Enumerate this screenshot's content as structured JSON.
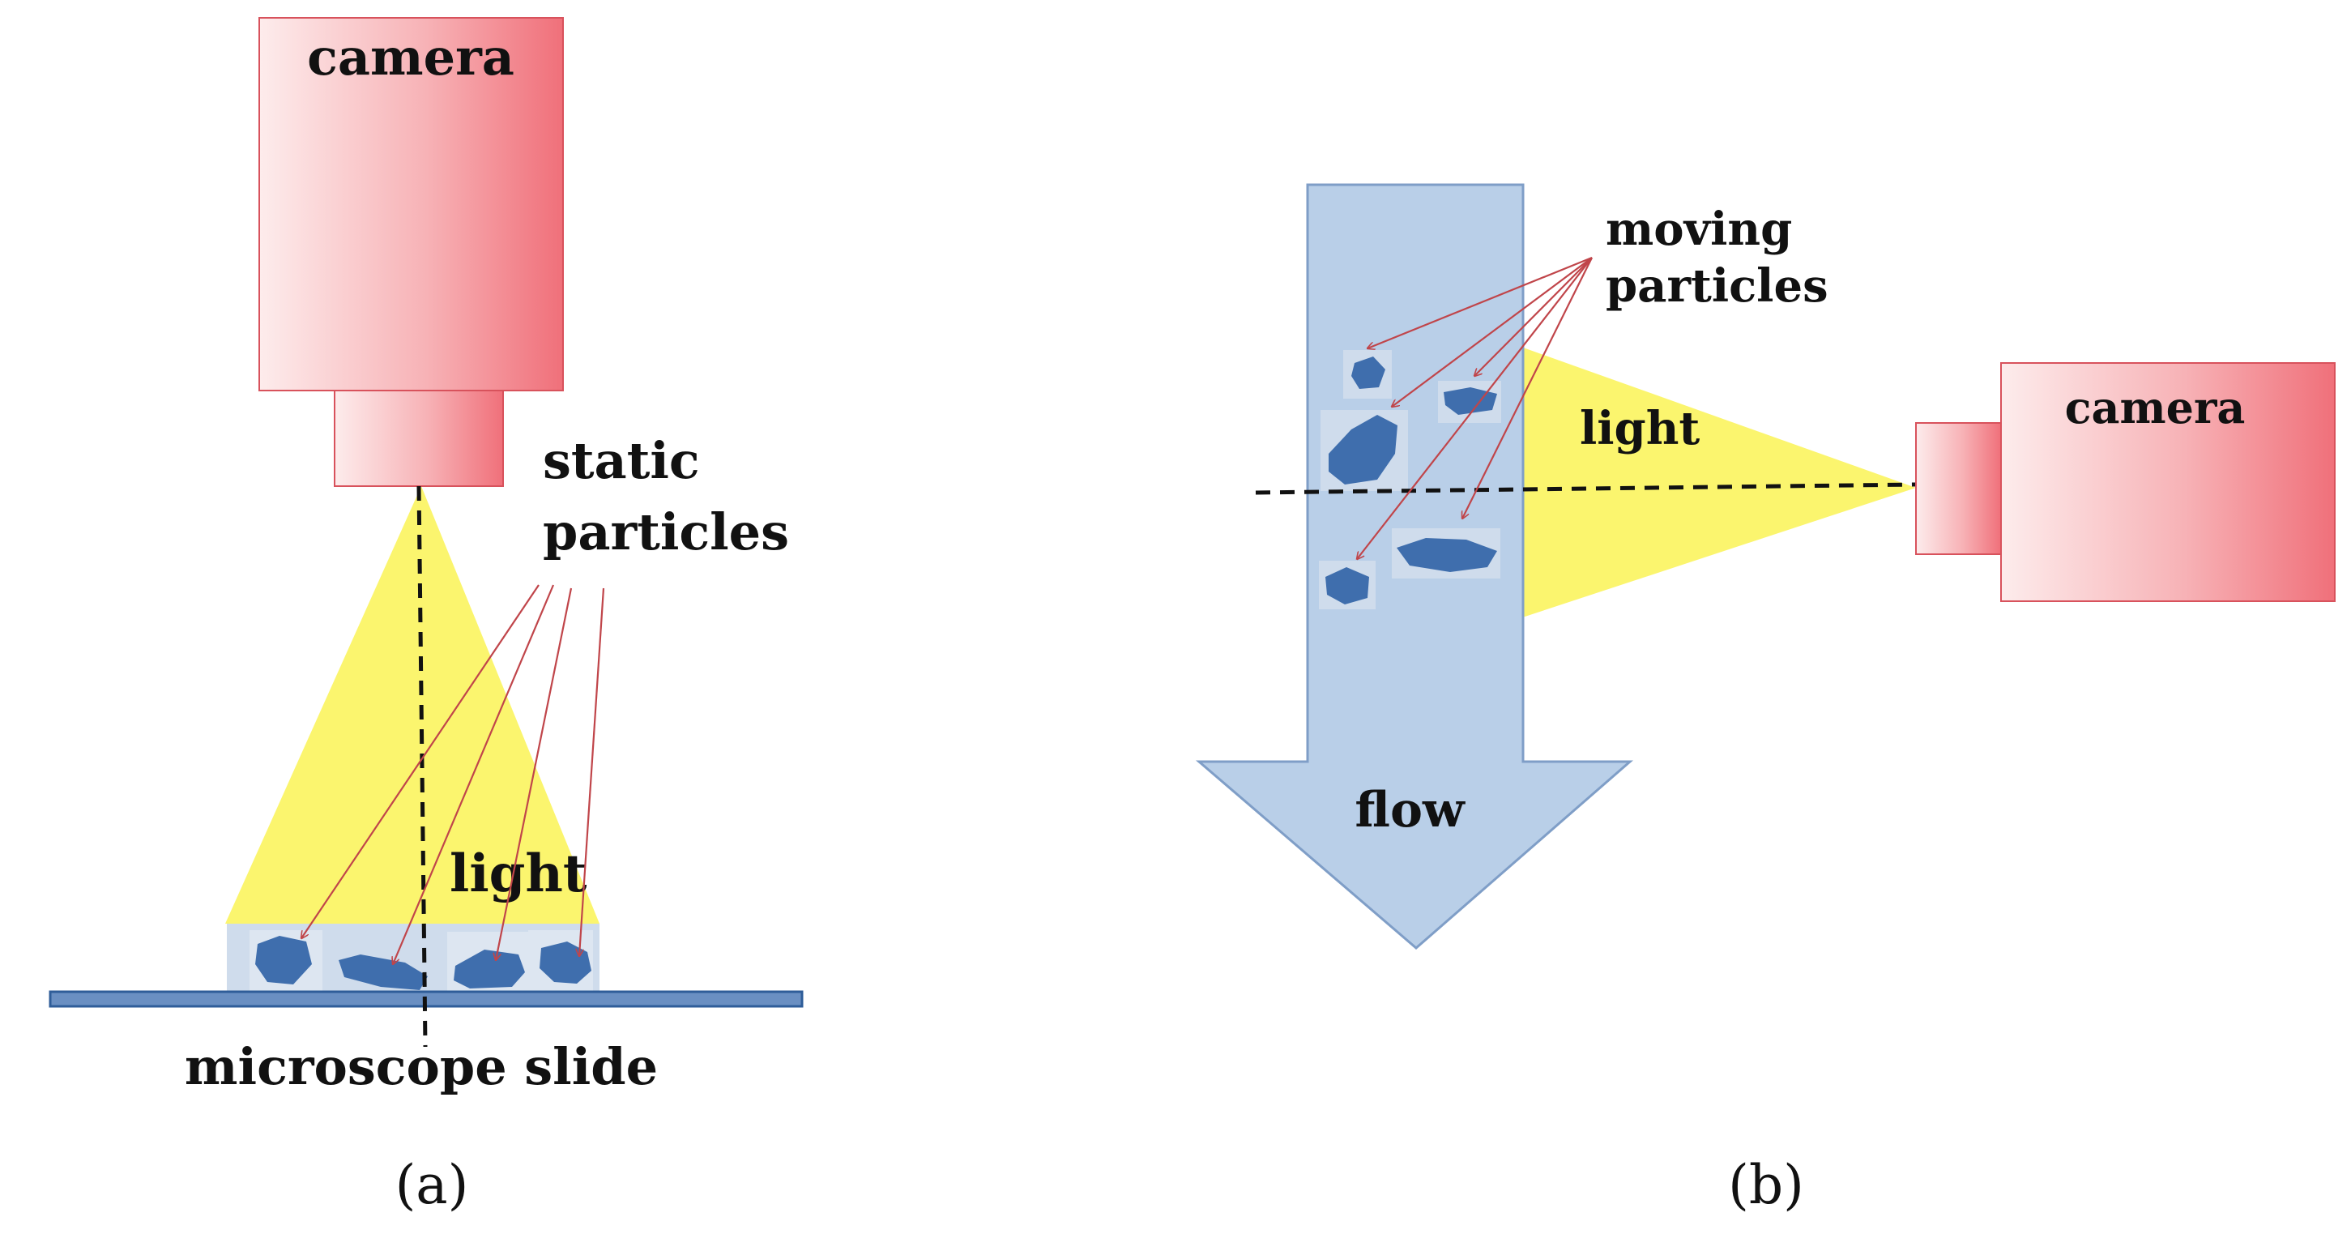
{
  "panel_a": {
    "camera_label": "camera",
    "static_particles_label_line1": "static",
    "static_particles_label_line2": "particles",
    "light_label": "light",
    "slide_label": "microscope slide",
    "caption": "(a)"
  },
  "panel_b": {
    "moving_particles_label_line1": "moving",
    "moving_particles_label_line2": "particles",
    "light_label": "light",
    "camera_label": "camera",
    "flow_label": "flow",
    "caption": "(b)"
  },
  "colors": {
    "camera_light": "#fdecec",
    "camera_dark": "#f0707a",
    "camera_stroke": "#d8525c",
    "light_beam": "#fbf56e",
    "flow_arrow": "#b9cfe8",
    "flow_stroke": "#7f9ec7",
    "slide": "#6a8fc2",
    "slide_stroke": "#2f5d99",
    "particle": "#3f6ead",
    "particle_tile": "#cfdcec",
    "pointer_arrow": "#c0454a"
  }
}
